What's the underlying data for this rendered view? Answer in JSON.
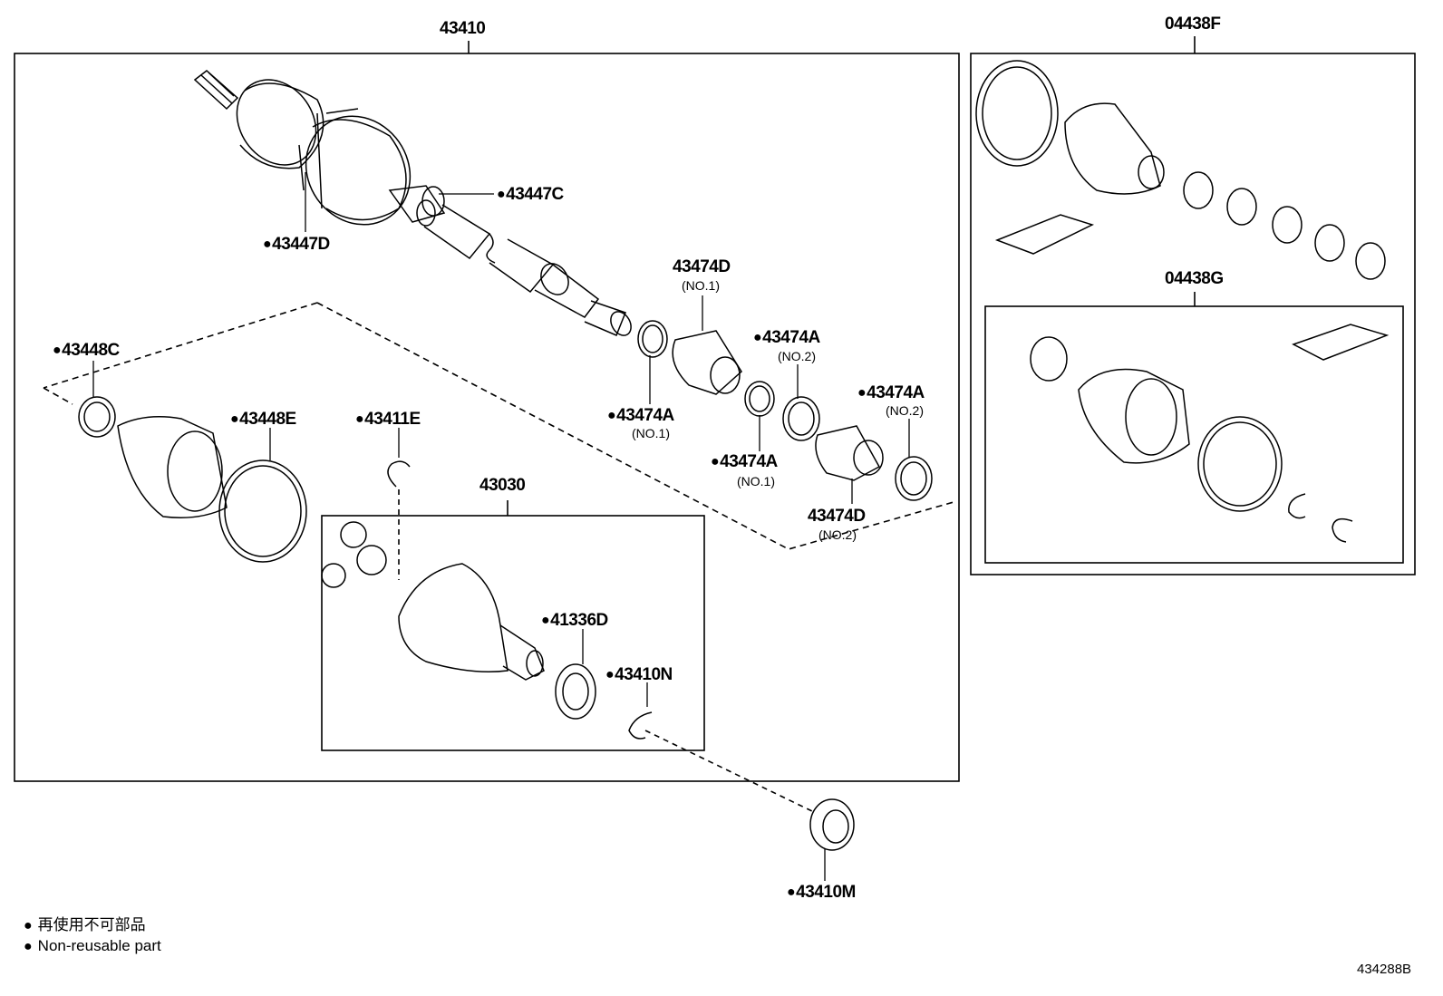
{
  "labels": {
    "main_assembly": "43410",
    "kit_f": "04438F",
    "kit_g": "04438G",
    "inner_joint": "43030",
    "p43447c": "43447C",
    "p43447d": "43447D",
    "p43474d_no1": "43474D",
    "p43474d_no1_sub": "(NO.1)",
    "p43474a_upper": "43474A",
    "p43474a_upper_sub": "(NO.2)",
    "p43474a_right": "43474A",
    "p43474a_right_sub": "(NO.2)",
    "p43474a_left": "43474A",
    "p43474a_left_sub": "(NO.1)",
    "p43474a_mid": "43474A",
    "p43474a_mid_sub": "(NO.1)",
    "p43474d_no2": "43474D",
    "p43474d_no2_sub": "(NO.2)",
    "p43448c": "43448C",
    "p43448e": "43448E",
    "p43411e": "43411E",
    "p41336d": "41336D",
    "p43410n": "43410N",
    "p43410m": "43410M"
  },
  "legend": {
    "mark": "●",
    "japanese": "再使用不可部品",
    "english": "Non-reusable part"
  },
  "figure_code": "434288B"
}
